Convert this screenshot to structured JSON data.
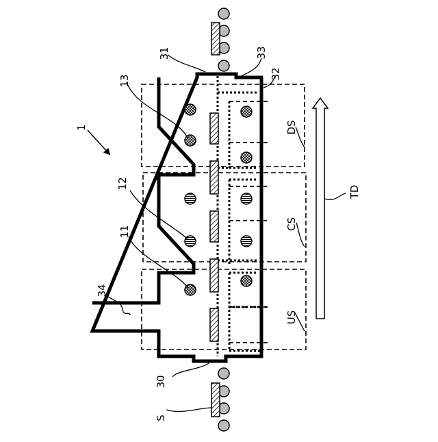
{
  "figure": {
    "labels": {
      "device": "1",
      "nozzle_upstream": "11",
      "nozzle_center": "12",
      "nozzle_downstream": "13",
      "inlet_side": "30",
      "upper_wall": "31",
      "partition": "32",
      "outlet_side": "33",
      "duct": "34",
      "sheet": "S",
      "direction": "TD",
      "zone_downstream": "DS",
      "zone_center": "CS",
      "zone_upstream": "US"
    },
    "nozzle_patterns": {
      "nozzle_upstream": "crosshatch",
      "nozzle_center": "horizontal-lines",
      "nozzle_downstream": "crosshatch"
    },
    "colors": {
      "ink": "#000000",
      "roller": "#bbbbbb",
      "background": "#ffffff"
    }
  }
}
